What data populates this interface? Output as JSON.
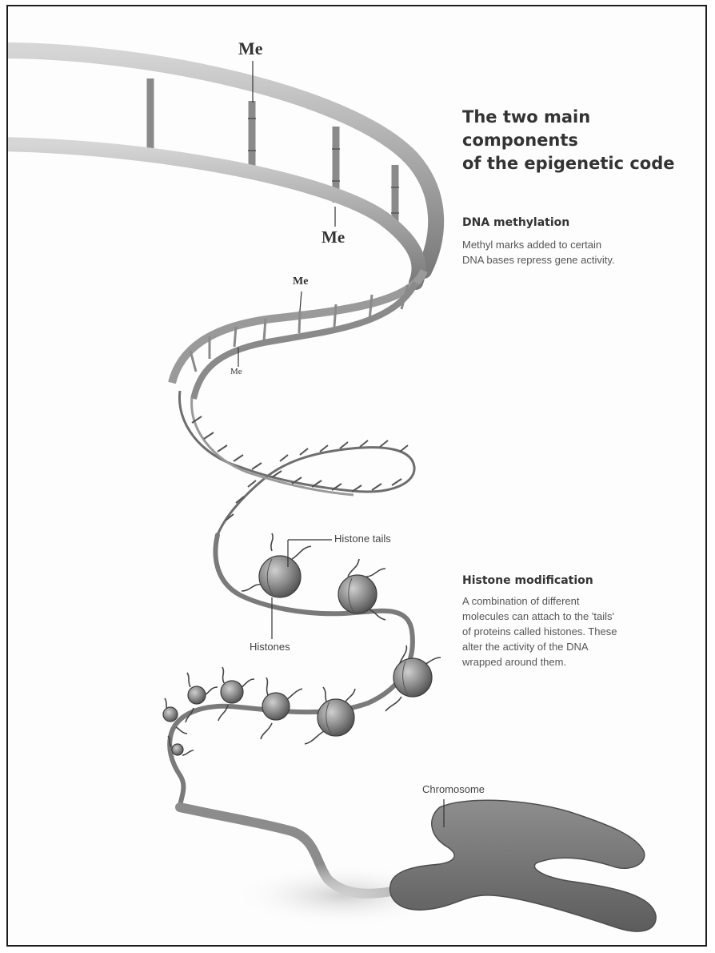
{
  "title": {
    "line1": "The two main components",
    "line2": "of the epigenetic code"
  },
  "dna_methylation": {
    "heading": "DNA methylation",
    "body_line1": "Methyl marks added to certain",
    "body_line2": "DNA bases repress gene activity."
  },
  "histone_modification": {
    "heading": "Histone modification",
    "body_line1": "A combination of different",
    "body_line2": "molecules can attach to the 'tails'",
    "body_line3": "of proteins called histones. These",
    "body_line4": "alter the activity of the DNA",
    "body_line5": "wrapped around them."
  },
  "labels": {
    "me": "Me",
    "histone_tails": "Histone tails",
    "histones": "Histones",
    "chromosome": "Chromosome"
  },
  "colors": {
    "strand": "#9a9a9a",
    "strand_dark": "#6e6e6e",
    "histone": "#7d7d7d",
    "chromosome": "#707070",
    "text": "#333333"
  }
}
